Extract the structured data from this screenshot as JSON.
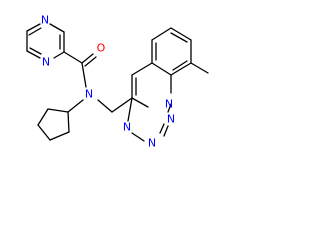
{
  "molecule": {
    "atoms": {
      "pyrazine_n_top": {
        "symbol": "N",
        "color": "#0000ff"
      },
      "pyrazine_n_bottom": {
        "symbol": "N",
        "color": "#0000ff"
      },
      "carbonyl_o": {
        "symbol": "O",
        "color": "#ff0000"
      },
      "amide_n": {
        "symbol": "N",
        "color": "#0000ff"
      },
      "tetrazole_n_fused": {
        "symbol": "N",
        "color": "#0000ff"
      },
      "tetrazole_n_2": {
        "symbol": "N",
        "color": "#0000ff"
      },
      "tetrazole_n_3": {
        "symbol": "N",
        "color": "#0000ff"
      },
      "tetrazole_n_4": {
        "symbol": "N",
        "color": "#0000ff"
      }
    },
    "bond_color": "#000000"
  }
}
